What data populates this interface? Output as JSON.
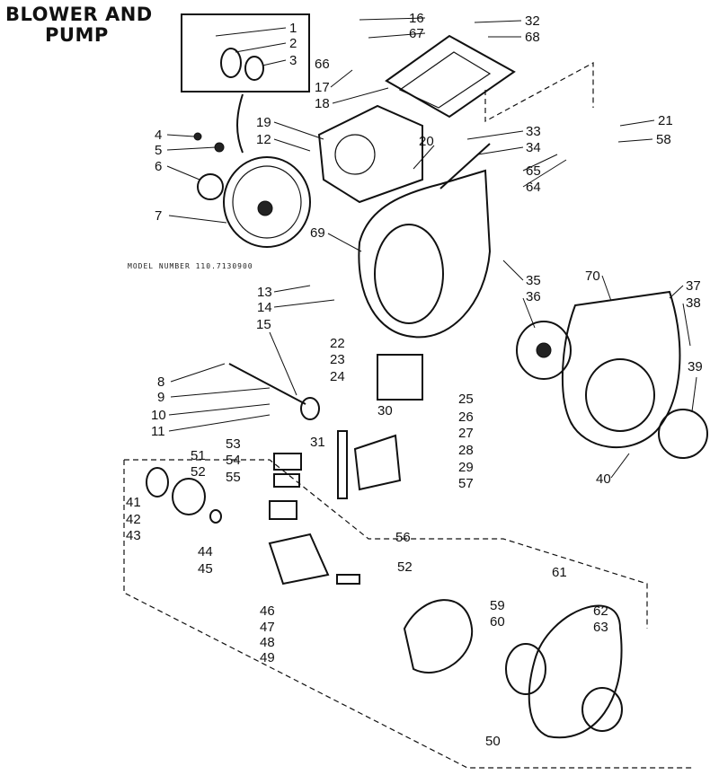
{
  "title": {
    "line1": "BLOWER AND",
    "line2": "PUMP"
  },
  "model_text": "MODEL NUMBER 110.7130900",
  "callouts": [
    "1",
    "2",
    "3",
    "4",
    "5",
    "6",
    "7",
    "8",
    "9",
    "10",
    "11",
    "12",
    "13",
    "14",
    "15",
    "16",
    "17",
    "18",
    "19",
    "20",
    "21",
    "22",
    "23",
    "24",
    "25",
    "26",
    "27",
    "28",
    "29",
    "30",
    "31",
    "32",
    "33",
    "34",
    "35",
    "36",
    "37",
    "38",
    "39",
    "40",
    "41",
    "42",
    "43",
    "44",
    "45",
    "46",
    "47",
    "48",
    "49",
    "50",
    "51",
    "52",
    "52",
    "53",
    "54",
    "55",
    "56",
    "57",
    "58",
    "59",
    "60",
    "61",
    "62",
    "63",
    "64",
    "65",
    "66",
    "67",
    "68",
    "69",
    "70"
  ]
}
